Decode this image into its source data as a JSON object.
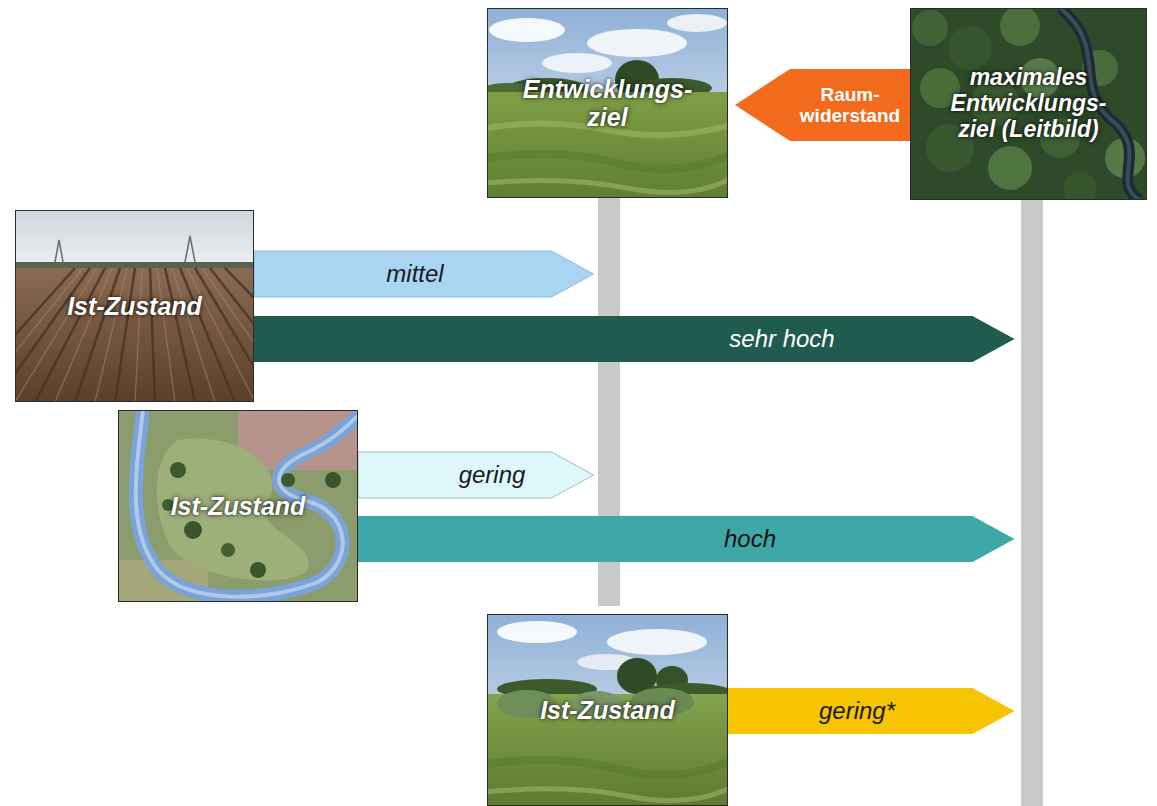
{
  "diagram": {
    "nodes": [
      {
        "text": [
          "Entwicklungs- ziel"
        ]
      },
      {
        "text": [
          "maximales Entwicklungs- ziel (Leitbild)"
        ]
      },
      {
        "text": [
          "Ist-Zustand"
        ]
      },
      {
        "text": [
          "Ist-Zustand"
        ]
      },
      {
        "text": [
          "Ist-Zustand"
        ]
      }
    ],
    "edges": [
      {
        "from": 1,
        "to": 0,
        "arrow": "to",
        "label": "Raum- widerstand"
      },
      {
        "from": 2,
        "to": 0,
        "arrow": "to",
        "label": "mittel"
      },
      {
        "from": 2,
        "to": 1,
        "arrow": "to",
        "label": "sehr hoch"
      },
      {
        "from": 3,
        "to": 0,
        "arrow": "to",
        "label": "gering"
      },
      {
        "from": 3,
        "to": 1,
        "arrow": "to",
        "label": "hoch"
      },
      {
        "from": 4,
        "to": 1,
        "arrow": "to",
        "label": "gering*"
      }
    ]
  }
}
